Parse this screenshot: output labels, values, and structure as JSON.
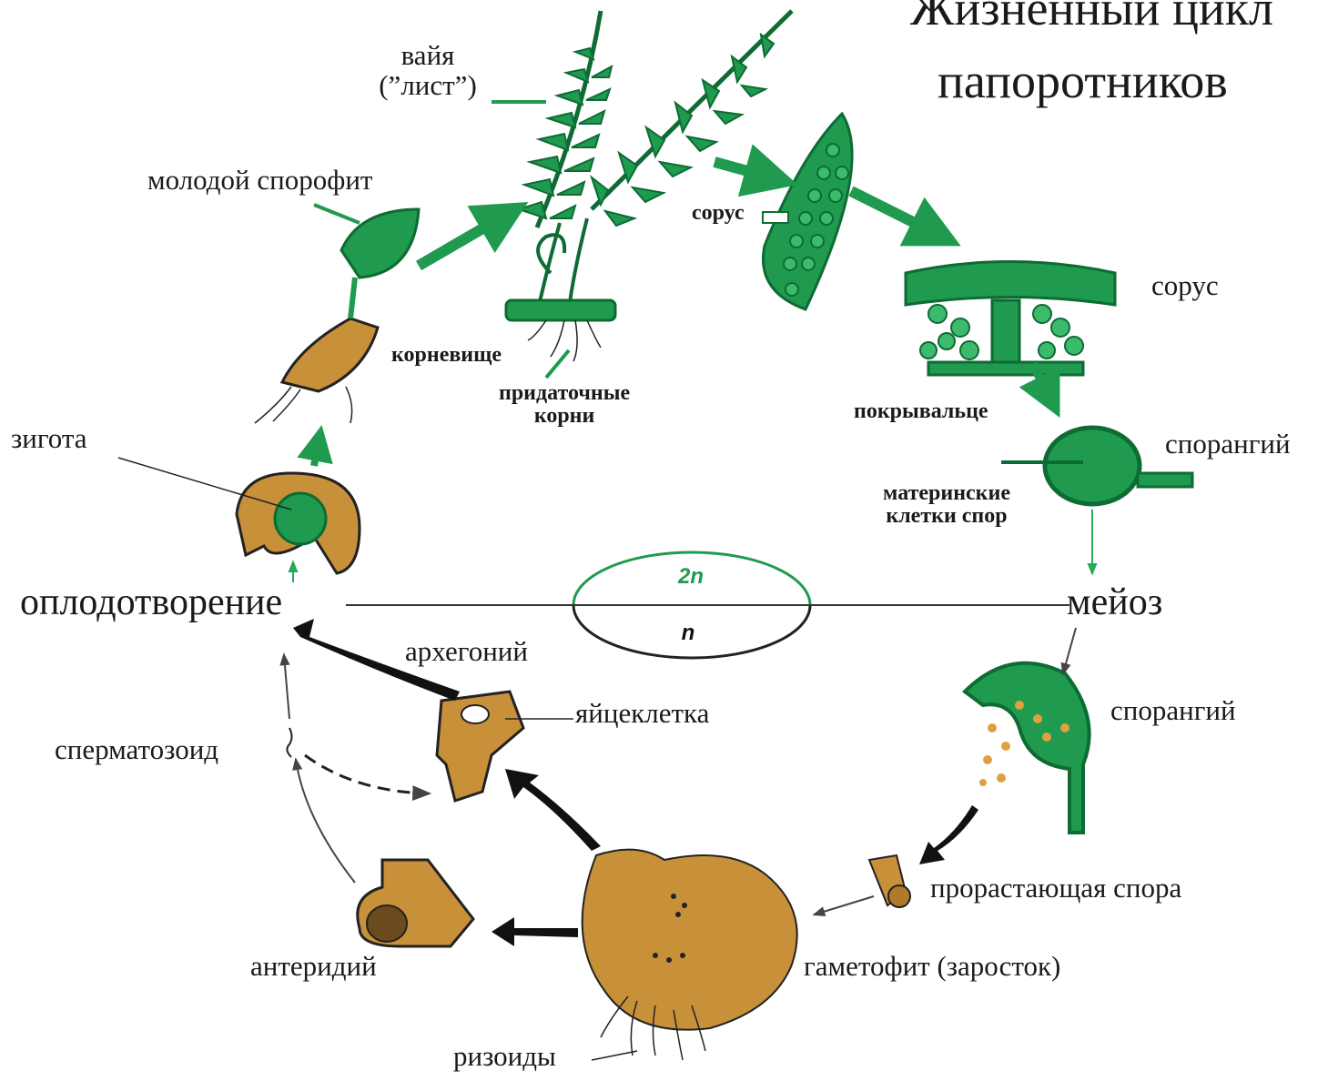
{
  "title": {
    "line1": "Жизненный цикл",
    "line2": "папоротников"
  },
  "ploidy": {
    "diploid": "2n",
    "haploid": "n"
  },
  "stages": {
    "fertilization": "оплодотворение",
    "meiosis": "мейоз"
  },
  "labels": {
    "frond_line1": "вайя",
    "frond_line2": "(”лист”)",
    "young_sporophyte": "молодой спорофит",
    "sorus_small": "сорус",
    "sorus": "сорус",
    "rhizome": "корневище",
    "adventitious_roots_line1": "придаточные",
    "adventitious_roots_line2": "корни",
    "indusium": "покрывальце",
    "sporangium_top": "спорангий",
    "mother_cells_line1": "материнские",
    "mother_cells_line2": "клетки спор",
    "zygote": "зигота",
    "archegonium": "архегоний",
    "egg_cell": "яйцеклетка",
    "sperm": "сперматозоид",
    "sporangium_bottom": "спорангий",
    "germinating_spore": "прорастающая спора",
    "antheridium": "антеридий",
    "gametophyte": "гаметофит (заросток)",
    "rhizoids": "ризоиды"
  },
  "colors": {
    "sporophyte_green": "#1f9a4e",
    "dark_green": "#0d6b33",
    "gametophyte_tan": "#c9903a",
    "outline": "#222222",
    "arrow_black": "#111111"
  }
}
